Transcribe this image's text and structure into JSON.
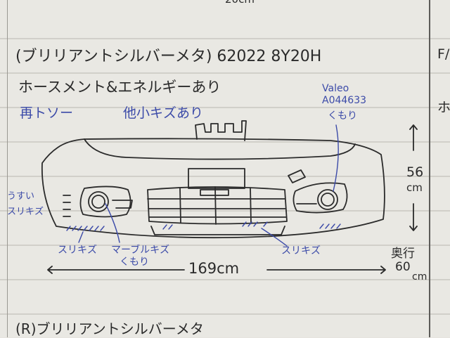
{
  "top_cut_text": "20cm",
  "line1": "(ブリリアントシルバーメタ) 62022 8Y20H",
  "line2": "ホースメント&エネルギーあり",
  "line3_left": "再トソー",
  "line3_right": "他小キズあり",
  "right_edge_line1": "F/",
  "right_edge_line2": "ホ",
  "annotation_valeo": "Valeo",
  "annotation_part_no": "A044633",
  "annotation_cloudy_right": "くもり",
  "annotation_thin": "うすい",
  "annotation_scratch_left": "スリキズ",
  "annotation_scratch_bottom_left": "スリキズ",
  "annotation_marble": "マーブルキズ",
  "annotation_cloudy_left": "くもり",
  "annotation_scratch_bottom_right": "スリキズ",
  "height_value": "56",
  "height_unit": "cm",
  "depth_label": "奥行",
  "depth_value": "60",
  "depth_unit": "cm",
  "width_value": "169cm",
  "bottom_line": "(R)ブリリアントシルバーメタ",
  "ink_color": "#2b2b2b",
  "annotation_color": "#3b4aa8"
}
